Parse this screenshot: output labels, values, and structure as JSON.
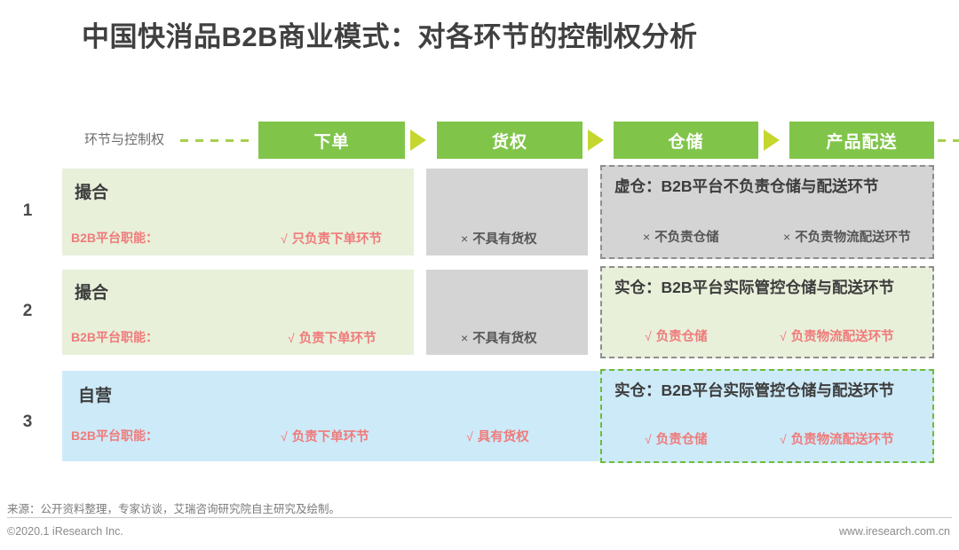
{
  "title": "中国快消品B2B商业模式：对各环节的控制权分析",
  "flow": {
    "label": "环节与控制权",
    "stages": [
      {
        "name": "下单"
      },
      {
        "name": "货权"
      },
      {
        "name": "仓储"
      },
      {
        "name": "产品配送"
      }
    ],
    "arrow_icon": "right-arrow-icon",
    "connector_icon": "dashed-line-icon"
  },
  "function_label": "B2B平台职能：",
  "marks": {
    "yes": "√",
    "no": "×"
  },
  "rows": [
    {
      "number": "1",
      "mode": "撮合",
      "order": "只负责下单环节",
      "order_mark": "√",
      "ownership": "不具有货权",
      "ownership_mark": "×",
      "warehouse_title": "虚仓：B2B平台不负责仓储与配送环节",
      "warehouse": "不负责仓储",
      "warehouse_mark": "×",
      "delivery": "不负责物流配送环节",
      "delivery_mark": "×"
    },
    {
      "number": "2",
      "mode": "撮合",
      "order": "负责下单环节",
      "order_mark": "√",
      "ownership": "不具有货权",
      "ownership_mark": "×",
      "warehouse_title": "实仓：B2B平台实际管控仓储与配送环节",
      "warehouse": "负责仓储",
      "warehouse_mark": "√",
      "delivery": "负责物流配送环节",
      "delivery_mark": "√"
    },
    {
      "number": "3",
      "mode": "自营",
      "order": "负责下单环节",
      "order_mark": "√",
      "ownership": "具有货权",
      "ownership_mark": "√",
      "warehouse_title": "实仓：B2B平台实际管控仓储与配送环节",
      "warehouse": "负责仓储",
      "warehouse_mark": "√",
      "delivery": "负责物流配送环节",
      "delivery_mark": "√"
    }
  ],
  "footer": {
    "source": "来源：公开资料整理，专家访谈，艾瑞咨询研究院自主研究及绘制。",
    "copyright": "©2020.1 iResearch Inc.",
    "url": "www.iresearch.com.cn"
  },
  "colors": {
    "stage_green": "#80c54a",
    "arrow_green": "#c5d72e",
    "panel_green": "#e8f0da",
    "panel_gray": "#d4d4d4",
    "panel_blue": "#cdeaf8",
    "accent_red": "#ef7b7b",
    "title_gray": "#404040"
  }
}
